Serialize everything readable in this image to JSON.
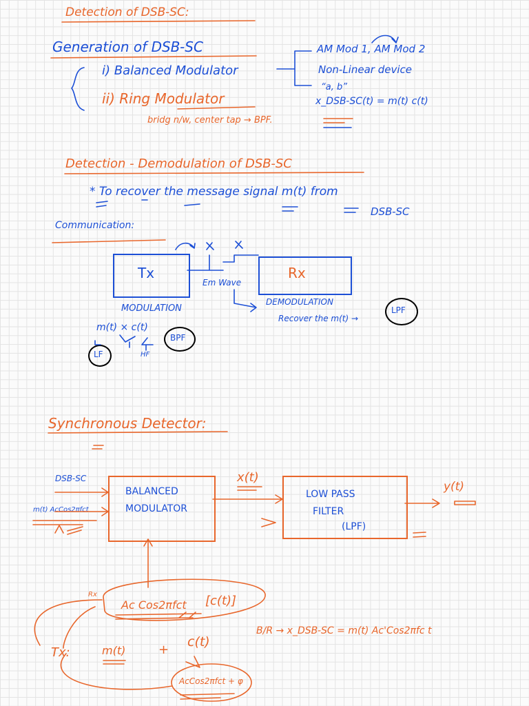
{
  "page": {
    "title": "Detection of DSB-SC:",
    "generation": {
      "heading": "Generation of DSB-SC",
      "methods": [
        "i) Balanced Modulator",
        "ii) Ring Modulator"
      ],
      "ring_note": "bridg n/w, center tap → BPF.",
      "balanced_types": [
        "AM Mod 1, AM Mod 2",
        "Non-Linear device"
      ],
      "ab": "“a, b”",
      "formula": "x_DSB-SC(t) = m(t) c(t)"
    },
    "detection": {
      "heading": "Detection - Demodulation of DSB-SC",
      "goal_line1": "* To recover the message signal m(t) from",
      "goal_line2": "DSB-SC"
    },
    "communication": {
      "heading": "Communication:",
      "tx": "Tx",
      "rx": "Rx",
      "medium": "Em Wave",
      "modulation": "MODULATION",
      "mod_eq": "m(t) × c(t)",
      "lf": "LF",
      "hf": "HF",
      "bpf": "BPF",
      "demodulation": "DEMODULATION",
      "recover": "Recover the m(t) →",
      "lpf": "LPF"
    },
    "sync": {
      "heading": "Synchronous Detector:",
      "input1": "DSB-SC",
      "input2": "m(t) AcCos2πfct",
      "balanced_line1": "BALANCED",
      "balanced_line2": "MODULATOR",
      "xt": "x(t)",
      "lpf_line1": "LOW PASS",
      "lpf_line2": "FILTER",
      "lpf_line3": "(LPF)",
      "yt": "y(t)",
      "rx_mark": "Rx",
      "carrier": "Ac Cos2πfct",
      "ct_bracket": "[c(t)]",
      "tx_mark": "Tx:",
      "mt": "m(t)",
      "plus": "+",
      "ct": "c(t)",
      "carrier_phase": "AcCos2πfct + φ",
      "br_formula": "B/R → x_DSB-SC = m(t) Ac'Cos2πfc t"
    }
  },
  "colors": {
    "orange_ink": "#e8662b",
    "blue_ink": "#1c4fd6",
    "grid": "#e3e3e3"
  }
}
